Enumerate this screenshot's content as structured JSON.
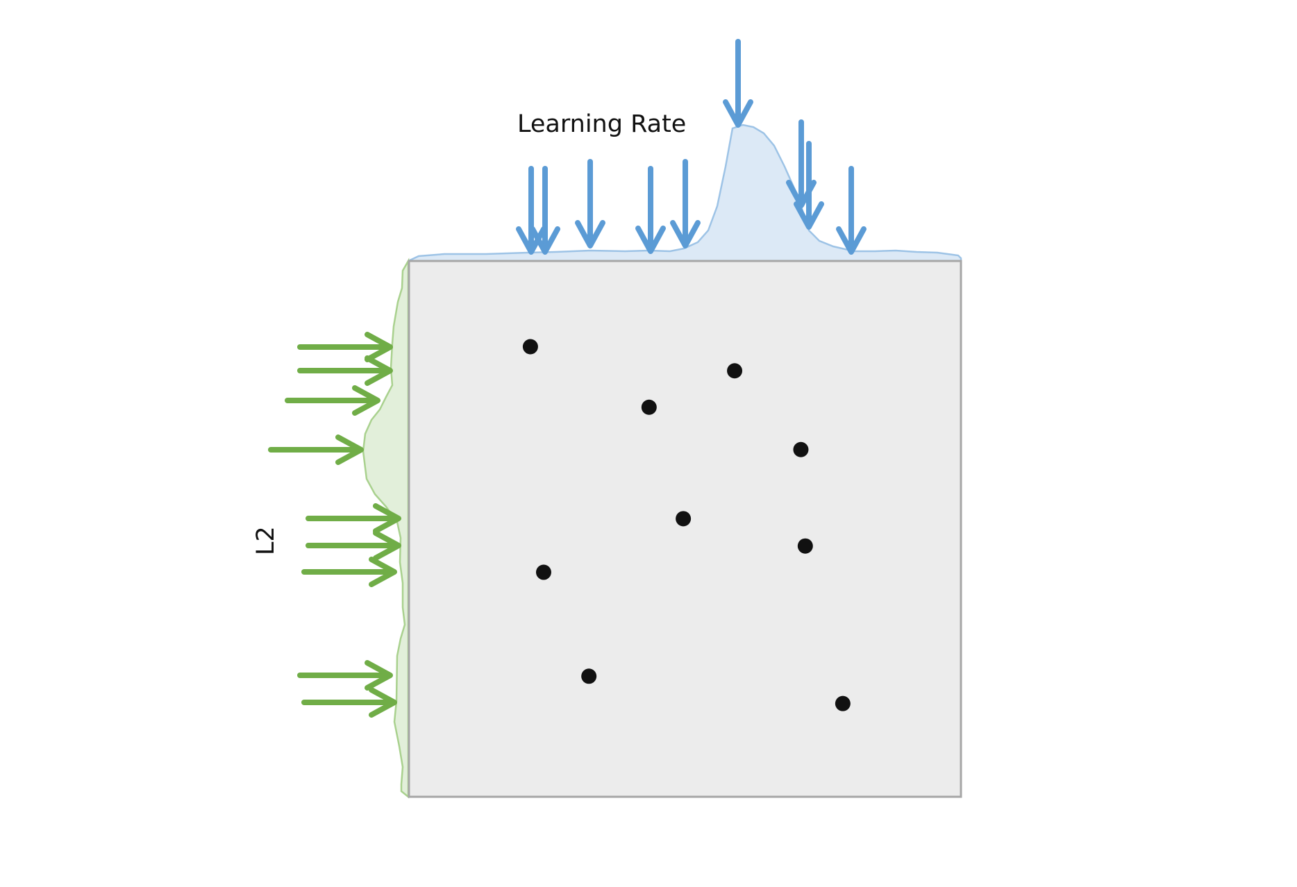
{
  "diagram": {
    "top_label": "Learning Rate",
    "left_label": "L2",
    "colors": {
      "top_arrow": "#5b9bd5",
      "top_density_fill": "#dce9f6",
      "top_density_stroke": "#9dc3e6",
      "left_arrow": "#70ad47",
      "left_density_fill": "#e2efda",
      "left_density_stroke": "#a9d18e",
      "box_fill": "#ececec",
      "box_stroke": "#a6a6a6",
      "point": "#111111"
    },
    "points": [
      {
        "x": 0.22,
        "y": 0.16
      },
      {
        "x": 0.59,
        "y": 0.205
      },
      {
        "x": 0.435,
        "y": 0.273
      },
      {
        "x": 0.71,
        "y": 0.352
      },
      {
        "x": 0.497,
        "y": 0.481
      },
      {
        "x": 0.718,
        "y": 0.532
      },
      {
        "x": 0.244,
        "y": 0.581
      },
      {
        "x": 0.326,
        "y": 0.775
      },
      {
        "x": 0.786,
        "y": 0.826
      }
    ]
  }
}
